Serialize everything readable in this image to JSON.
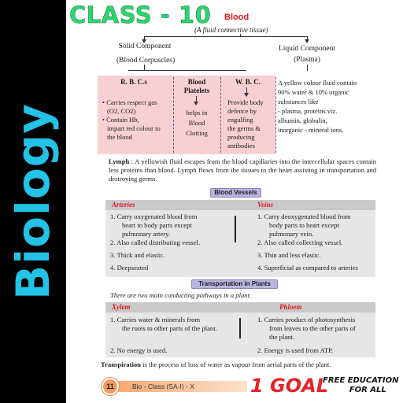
{
  "sidebar": {
    "label": "Biology"
  },
  "header": {
    "class_title": "CLASS - 10",
    "topic": "Blood",
    "subtitle": "(A fluid connective tissue)"
  },
  "components": {
    "solid": {
      "line1": "Solid Component",
      "line2": "(Blood Corpuscles)"
    },
    "liquid": {
      "line1": "Liquid Component",
      "line2": "(Plasma)"
    }
  },
  "rbc": {
    "title": "R. B. C.s",
    "items": [
      "• Carries respect gas",
      "(O2, CO2)",
      "• Contain Hb,",
      "impart red colour to",
      "the blood"
    ]
  },
  "platelets": {
    "title_line1": "Blood",
    "title_line2": "Platelets",
    "items": [
      "helps in",
      "Blood",
      "Clotting"
    ]
  },
  "wbc": {
    "title": "W. B. C.",
    "items": [
      "Provide body",
      "defence by",
      "engulfing",
      "the germs &",
      "producing",
      "antibodies"
    ]
  },
  "plasma": {
    "lines": [
      "A yellow colour fluid contain",
      "90% water & 10% organic",
      "substances like",
      "-   plasma,   proteins   viz.",
      "albumin, globulin,",
      "inorganic - mineral ions."
    ]
  },
  "lymph": {
    "term": "Lymph",
    "text": " : A yellowish fluid escapes from the blood capillaries into the intercellular spaces contain less proteins than blood. Lymph flows from the tissues to the heart assisting in transportation and destroying germs."
  },
  "vessels": {
    "title": "Blood Vessels",
    "arteries": {
      "heading": "Arteries",
      "items": [
        "1.  Carry oxygenated blood from",
        "heart to body parts except",
        "pulmonary artery.",
        "2.  Also called distributing vessel.",
        "3.  Thick and elastic.",
        "4.  Deepseated"
      ]
    },
    "veins": {
      "heading": "Veins",
      "items": [
        "1.  Carry deoxygenated blood from",
        "body parts to heart except",
        "pulmonary vein.",
        "2.  Also called collecting vessel.",
        "3.  Thin and less elastic.",
        "4.  Superficial as compared to arteries"
      ]
    }
  },
  "transport": {
    "title": "Transportation in Plants",
    "intro": "There are two main conducting pathways in a plant.",
    "xylem": {
      "heading": "Xylem",
      "items": [
        "1.  Carries water & minerals from",
        "the roots to other parts of the plant.",
        "2.  No energy is used."
      ]
    },
    "phloem": {
      "heading": "Phloem",
      "items": [
        "1.  Carries product of photosynthesis",
        "from leaves to the other parts of",
        "the plant.",
        "2.  Energy is used from ATP."
      ]
    }
  },
  "transpiration": {
    "term": "Transpiration",
    "text": " is the process of loss of water as vapour from aerial parts of the plant."
  },
  "footer": {
    "page_number": "11",
    "text": "Bio - Class (SA-I) - X",
    "brand": "1 GOAL",
    "tagline_line1": "FREE EDUCATION",
    "tagline_line2": "FOR ALL"
  }
}
